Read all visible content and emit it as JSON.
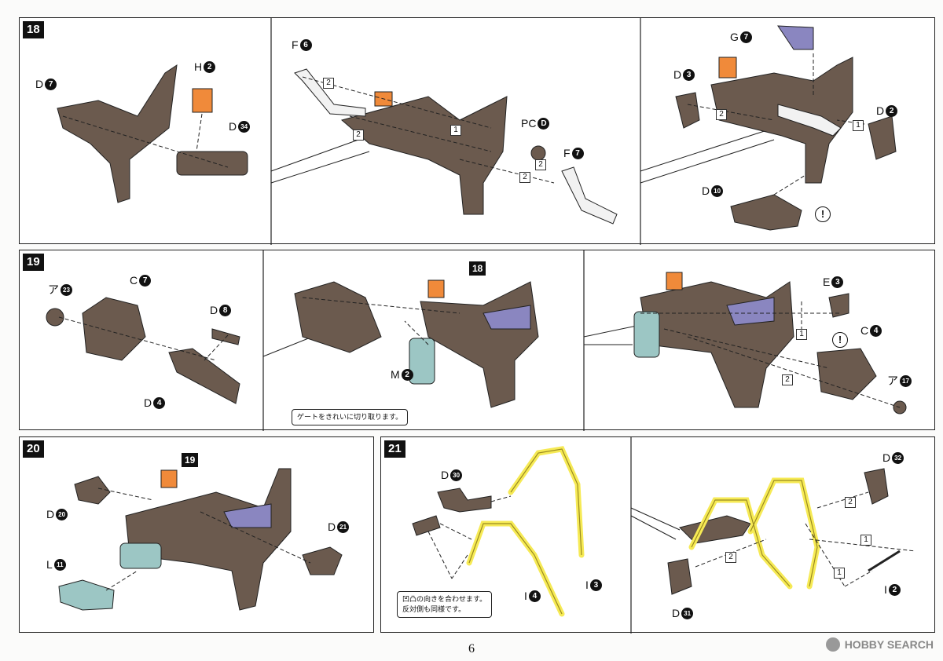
{
  "steps": {
    "s18": {
      "number": "18",
      "labels": {
        "d7": [
          "D",
          "7"
        ],
        "h2": [
          "H",
          "2"
        ],
        "d34": [
          "D",
          "34"
        ],
        "f6": [
          "F",
          "6"
        ],
        "pcd": [
          "PC",
          "D"
        ],
        "f7": [
          "F",
          "7"
        ],
        "g7": [
          "G",
          "7"
        ],
        "d3": [
          "D",
          "3"
        ],
        "d2": [
          "D",
          "2"
        ],
        "d10": [
          "D",
          "10"
        ]
      },
      "boxes": [
        "2",
        "2",
        "1",
        "2",
        "2",
        "2",
        "1"
      ]
    },
    "s19": {
      "number": "19",
      "labels": {
        "a23": [
          "ア",
          "23"
        ],
        "c7": [
          "C",
          "7"
        ],
        "d8": [
          "D",
          "8"
        ],
        "d4": [
          "D",
          "4"
        ],
        "m2": [
          "M",
          "2"
        ],
        "e3": [
          "E",
          "3"
        ],
        "c4": [
          "C",
          "4"
        ],
        "a17": [
          "ア",
          "17"
        ]
      },
      "ref": "18",
      "note": "ゲートをきれいに切り取ります。",
      "boxes": [
        "1",
        "2"
      ]
    },
    "s20": {
      "number": "20",
      "labels": {
        "d20": [
          "D",
          "20"
        ],
        "d21": [
          "D",
          "21"
        ],
        "l11": [
          "L",
          "11"
        ]
      },
      "ref": "19"
    },
    "s21": {
      "number": "21",
      "labels": {
        "d30": [
          "D",
          "30"
        ],
        "i4": [
          "I",
          "4"
        ],
        "i3": [
          "I",
          "3"
        ],
        "d32": [
          "D",
          "32"
        ],
        "d31": [
          "D",
          "31"
        ],
        "i2": [
          "I",
          "2"
        ]
      },
      "note_line1": "凹凸の向きを合わせます。",
      "note_line2": "反対側も同様です。",
      "boxes": [
        "2",
        "1",
        "2",
        "1"
      ]
    }
  },
  "footer": {
    "page": "6",
    "logo": "HOBBY SEARCH"
  },
  "colors": {
    "brown": "#6b5a4e",
    "orange": "#f08a3a",
    "lavender": "#8a86c0",
    "teal": "#9cc6c4",
    "yellow": "#f6ea55",
    "white_part": "#f2f2f2"
  }
}
